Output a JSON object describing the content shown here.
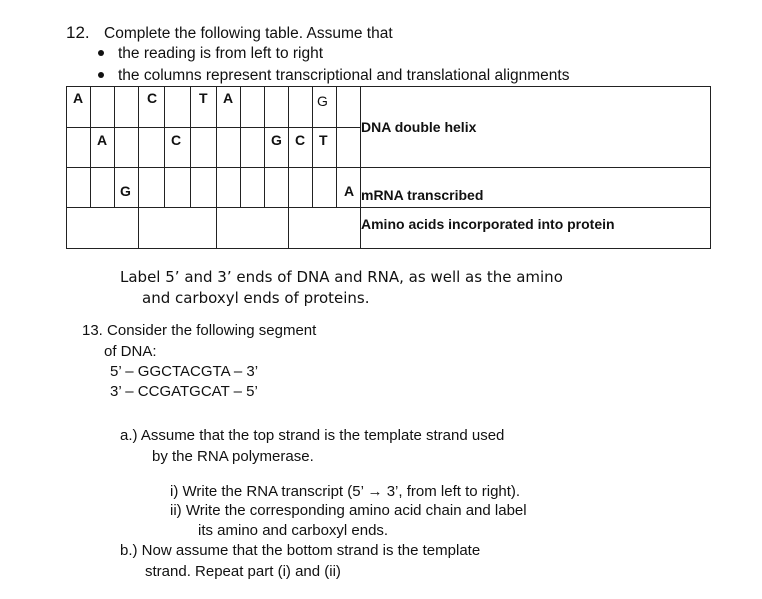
{
  "q12": {
    "number": "12.",
    "title": "Complete the following table. Assume that",
    "bullets": [
      "the reading is from left to right",
      "the columns represent transcriptional and translational alignments"
    ],
    "row_labels": {
      "dna": "DNA double helix",
      "mrna": "mRNA transcribed",
      "amino": "Amino acids incorporated into protein"
    },
    "cells": {
      "r1c1": "A",
      "r1c4": "C",
      "r1c6": "T",
      "r1c7": "A",
      "r1c11": "G",
      "r2c2": "A",
      "r2c5": "C",
      "r2c9": "G",
      "r2c10": "C",
      "r2c11": "T",
      "r3c3": "G",
      "r3c12": "A"
    },
    "note_line1": "Label 5’ and 3’ ends of DNA and RNA, as well as the amino",
    "note_line2": "and carboxyl ends of proteins."
  },
  "q13": {
    "title_line1": "13. Consider the following segment",
    "title_line2": "of DNA:",
    "seq_top": "5’ – GGCTACGTA – 3’",
    "seq_bottom": "3’ – CCGATGCAT – 5’",
    "a_line1": "a.) Assume that the top strand is the template strand used",
    "a_line2": "by the RNA polymerase.",
    "i_line": "i) Write the RNA transcript (5’ → 3’, from left to right).",
    "ii_line1": "ii)  Write the corresponding amino acid chain and label",
    "ii_line2": "its amino and carboxyl ends.",
    "b_line1": "b.) Now assume that the bottom strand is the template",
    "b_line2": "strand. Repeat part (i) and (ii)"
  }
}
